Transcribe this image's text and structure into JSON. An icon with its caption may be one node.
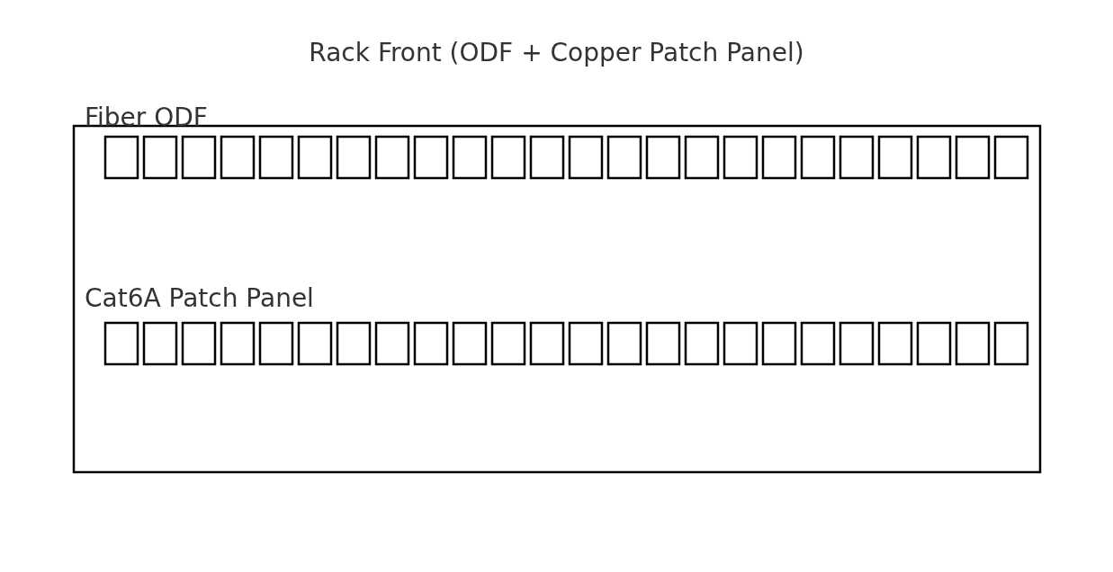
{
  "diagram": {
    "title": "Rack Front (ODF + Copper Patch Panel)",
    "labels": [
      "Fiber ODF",
      "Cat6A Patch Panel"
    ]
  }
}
